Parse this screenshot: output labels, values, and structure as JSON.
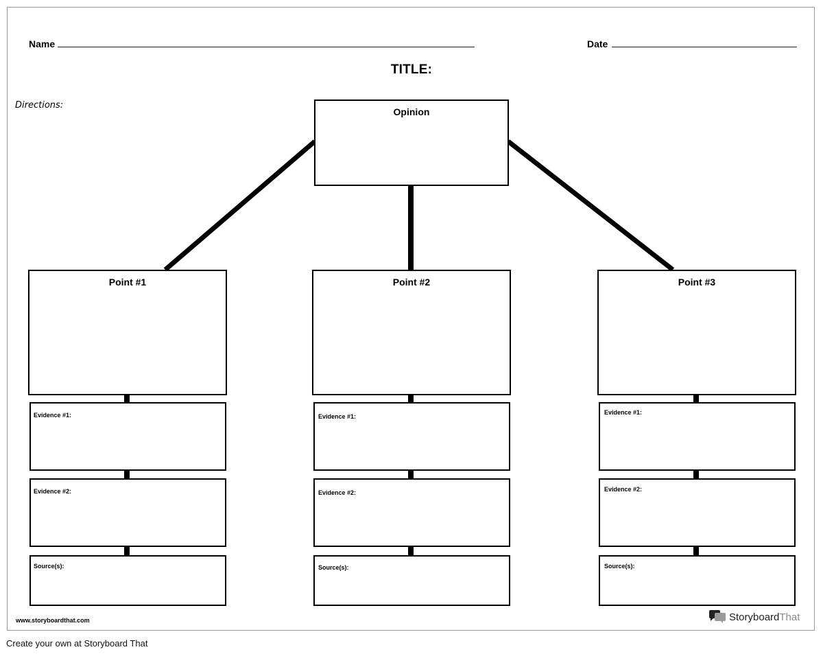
{
  "header": {
    "name_label": "Name",
    "date_label": "Date",
    "title": "TITLE:",
    "directions": "Directions:"
  },
  "opinion": {
    "label": "Opinion"
  },
  "columns": [
    {
      "point_label": "Point #1",
      "evidence1_label": "Evidence #1:",
      "evidence2_label": "Evidence #2:",
      "sources_label": "Source(s):"
    },
    {
      "point_label": "Point #2",
      "evidence1_label": "Evidence #1:",
      "evidence2_label": "Evidence #2:",
      "sources_label": "Source(s):"
    },
    {
      "point_label": "Point #3",
      "evidence1_label": "Evidence #1:",
      "evidence2_label": "Evidence #2:",
      "sources_label": "Source(s):"
    }
  ],
  "footer": {
    "url": "www.storyboardthat.com",
    "brand_part1": "Storyboard",
    "brand_part2": "That",
    "brand_icon": "speech-bubbles-icon"
  },
  "caption": "Create your own at Storyboard That"
}
